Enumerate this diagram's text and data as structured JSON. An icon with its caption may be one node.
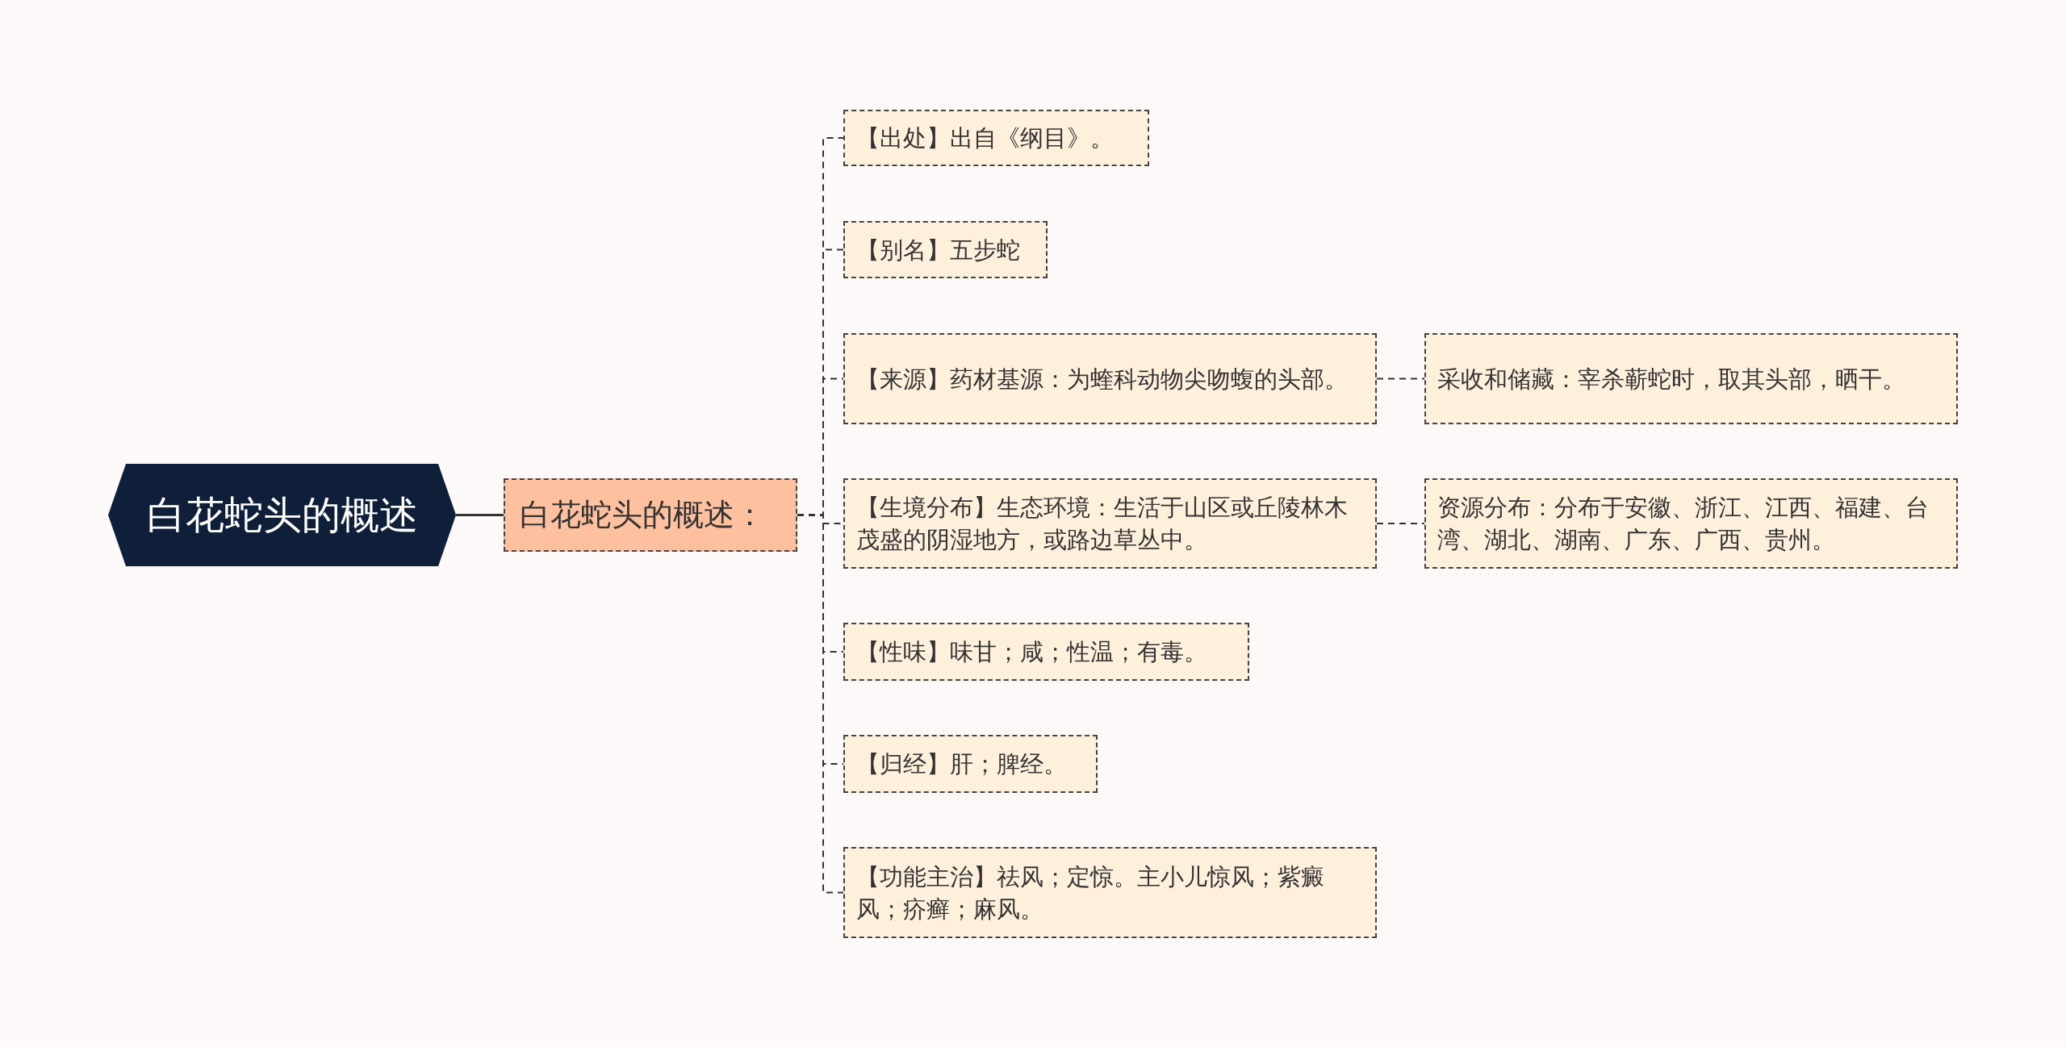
{
  "diagram": {
    "nodes": [
      {
        "text": [
          "白花蛇头的概述"
        ]
      },
      {
        "text": [
          "白花蛇头的概述："
        ]
      },
      {
        "text": [
          "【出处】出自《纲目》。"
        ]
      },
      {
        "text": [
          "【别名】五步蛇"
        ]
      },
      {
        "text": [
          "【来源】药材基源：为蝰科动物尖吻蝮的头部。"
        ]
      },
      {
        "text": [
          "采收和储藏：宰杀蕲蛇时，取其头部，晒干。"
        ]
      },
      {
        "text": [
          "【生境分布】生态环境：生活于山区或丘陵林木茂盛的阴湿地方，或路边草丛中。"
        ]
      },
      {
        "text": [
          "资源分布：分布于安徽、浙江、江西、福建、台湾、湖北、湖南、广东、广西、贵州。"
        ]
      },
      {
        "text": [
          "【性味】味甘；咸；性温；有毒。"
        ]
      },
      {
        "text": [
          "【归经】肝；脾经。"
        ]
      },
      {
        "text": [
          "【功能主治】祛风；定惊。主小儿惊风；紫癜风；疥癣；麻风。"
        ]
      }
    ],
    "edges": [
      {
        "from": 0,
        "to": 1,
        "arrow": "none"
      },
      {
        "from": 1,
        "to": 2,
        "arrow": "none",
        "style": "dashed"
      },
      {
        "from": 1,
        "to": 3,
        "arrow": "none",
        "style": "dashed"
      },
      {
        "from": 1,
        "to": 4,
        "arrow": "none",
        "style": "dashed"
      },
      {
        "from": 4,
        "to": 5,
        "arrow": "none",
        "style": "dashed"
      },
      {
        "from": 1,
        "to": 6,
        "arrow": "none",
        "style": "dashed"
      },
      {
        "from": 6,
        "to": 7,
        "arrow": "none",
        "style": "dashed"
      },
      {
        "from": 1,
        "to": 8,
        "arrow": "none",
        "style": "dashed"
      },
      {
        "from": 1,
        "to": 9,
        "arrow": "none",
        "style": "dashed"
      },
      {
        "from": 1,
        "to": 10,
        "arrow": "none",
        "style": "dashed"
      }
    ]
  }
}
